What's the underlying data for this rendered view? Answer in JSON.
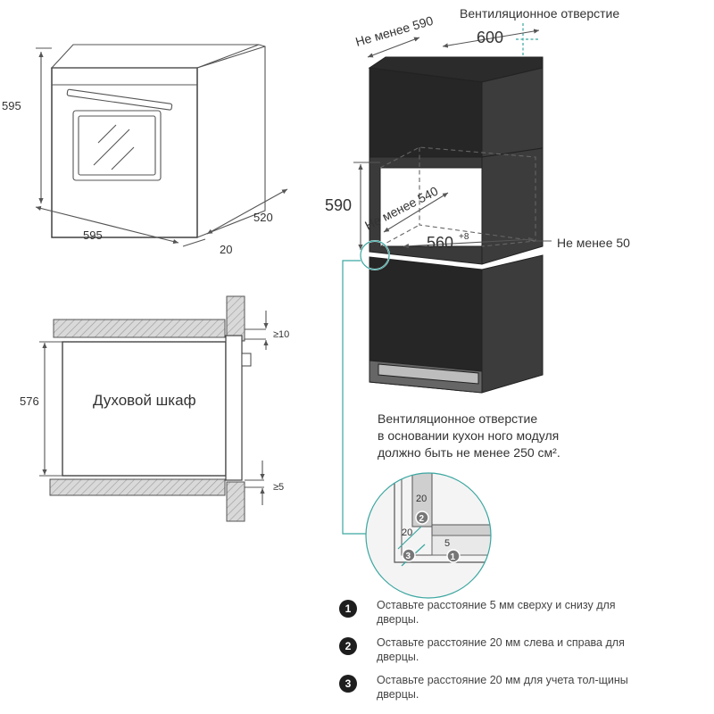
{
  "oven_3d": {
    "height": "595",
    "width": "595",
    "depth": "520",
    "panel": "20"
  },
  "cabinet_3d": {
    "vent_top_label": "Вентиляционное отверстие",
    "min_590": "Не менее 590",
    "width_600": "600",
    "height_590": "590",
    "min_540": "Не менее 540",
    "niche_560": "560",
    "niche_560_tol": "+8",
    "min_50": "Не менее 50"
  },
  "section": {
    "oven_label": "Духовой шкаф",
    "height_576": "576",
    "gap_top": "≥10",
    "gap_bottom": "≥5"
  },
  "vent_note": {
    "line1": "Вентиляционное отверстие",
    "line2": "в основании кухон ного модуля",
    "line3": "должно быть не менее 250 см²."
  },
  "detail": {
    "dim_20_top": "20",
    "dim_20_left": "20",
    "dim_5": "5",
    "badge_1": "1",
    "badge_2": "2",
    "badge_3": "3"
  },
  "legend": [
    {
      "num": "1",
      "text": "Оставьте расстояние 5 мм сверху и снизу для дверцы."
    },
    {
      "num": "2",
      "text": "Оставьте расстояние 20 мм слева и справа для дверцы."
    },
    {
      "num": "3",
      "text": "Оставьте расстояние 20 мм для учета тол-щины дверцы."
    }
  ],
  "icons": {
    "badge": "numbered-circle-icon"
  }
}
